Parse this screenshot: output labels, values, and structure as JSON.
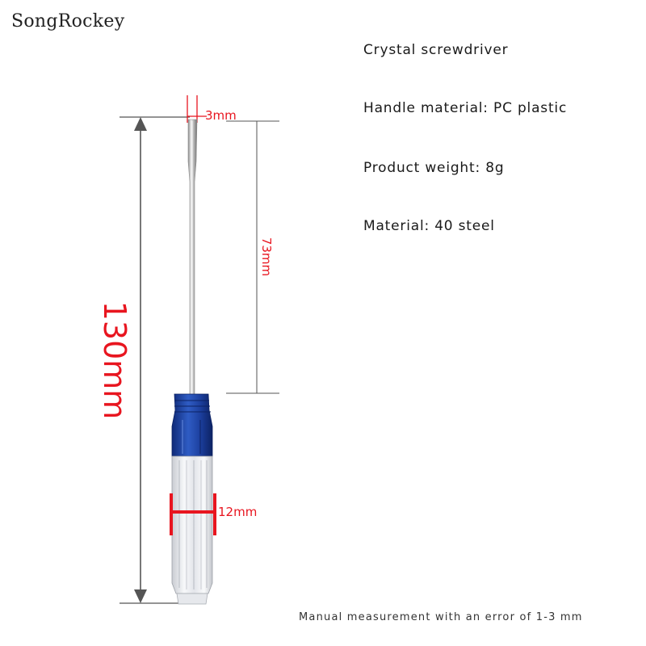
{
  "brand": "SongRockey",
  "specs": {
    "title": "Crystal screwdriver",
    "handle": "Handle material: PC plastic",
    "weight": "Product weight: 8g",
    "material": "Material: 40 steel"
  },
  "dimensions": {
    "total_length": "130mm",
    "shaft_length": "73mm",
    "tip_width": "3mm",
    "handle_width": "12mm"
  },
  "footer_note": "Manual measurement with an error of 1-3 mm",
  "colors": {
    "measure_red": "#e8151f",
    "handle_blue": "#1c3f9e",
    "dim_line_gray": "#555555"
  }
}
